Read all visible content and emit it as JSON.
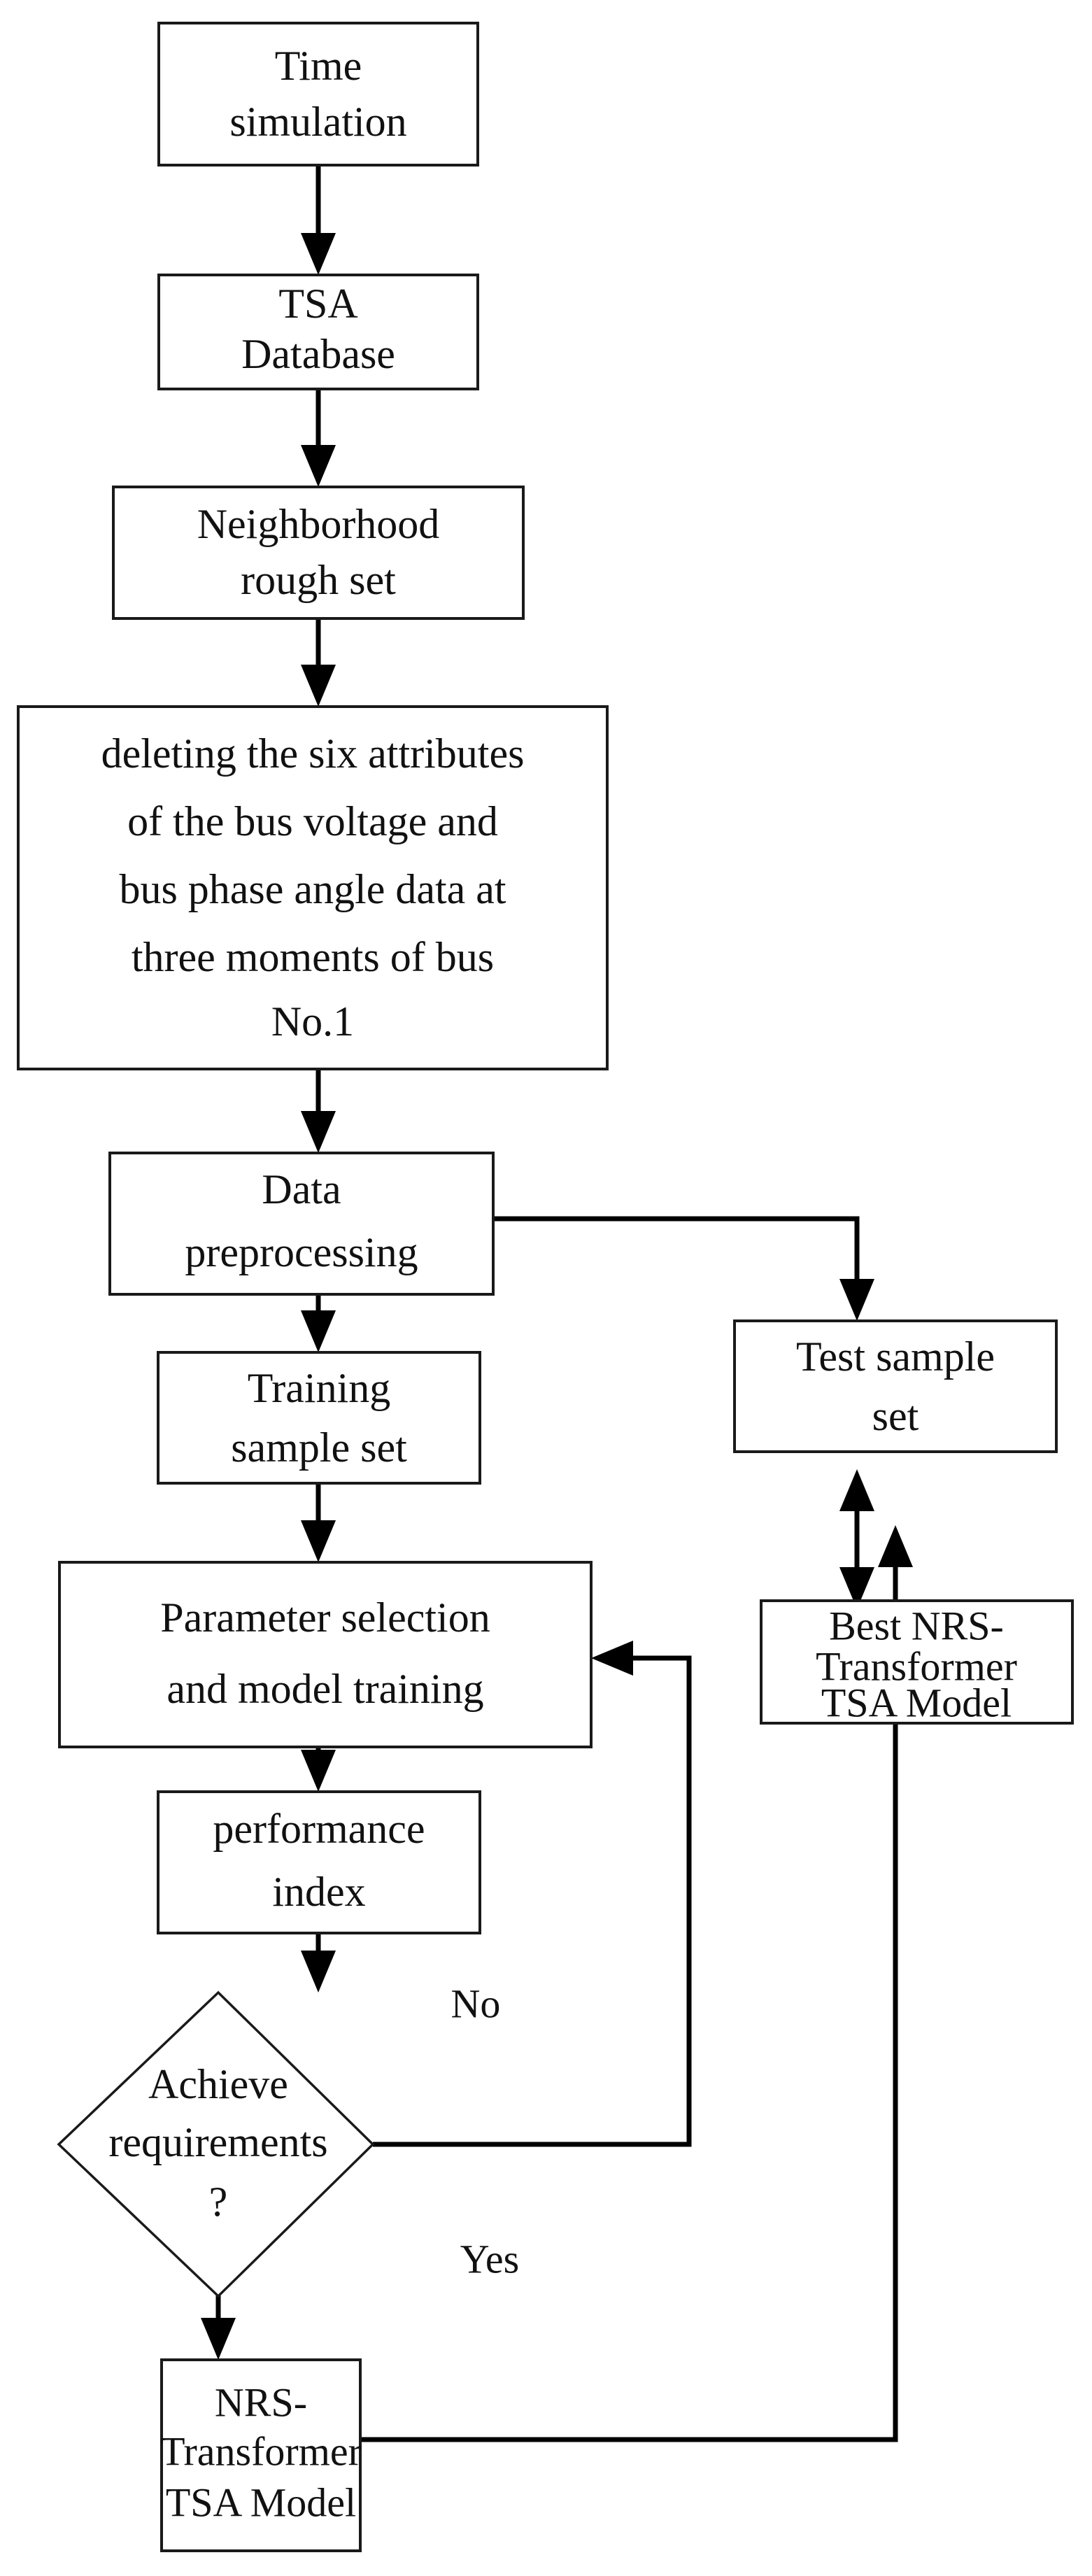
{
  "diagram": {
    "title": "NRS-Transformer TSA modelling flowchart",
    "type": "flowchart",
    "background_color": "#ffffff",
    "line_color": "#000000",
    "box_fill": "#ffffff",
    "box_stroke": "#1a1a1a",
    "text_color": "#111111"
  },
  "nodes": {
    "time_simulation": {
      "shape": "rect",
      "lines": [
        "Time",
        "simulation"
      ]
    },
    "tsa_database": {
      "shape": "rect",
      "lines": [
        "TSA",
        "Database"
      ]
    },
    "neighborhood_rough_set": {
      "shape": "rect",
      "lines": [
        "Neighborhood",
        "rough set"
      ]
    },
    "deleting_attributes": {
      "shape": "rect",
      "lines": [
        "deleting the six attributes",
        "of the bus voltage and",
        "bus phase angle data at",
        "three moments of bus",
        "No.1"
      ]
    },
    "data_preprocessing": {
      "shape": "rect",
      "lines": [
        "Data",
        "preprocessing"
      ]
    },
    "training_sample_set": {
      "shape": "rect",
      "lines": [
        "Training",
        "sample set"
      ]
    },
    "test_sample_set": {
      "shape": "rect",
      "lines": [
        "Test sample",
        "set"
      ]
    },
    "parameter_selection": {
      "shape": "rect",
      "lines": [
        "Parameter selection",
        "and model training"
      ]
    },
    "best_nrs_model": {
      "shape": "rect",
      "lines": [
        "Best NRS-",
        "Transformer",
        "TSA Model"
      ]
    },
    "performance_index": {
      "shape": "rect",
      "lines": [
        "performance",
        "index"
      ]
    },
    "achieve_requirements": {
      "shape": "diamond",
      "lines": [
        "Achieve",
        "requirements",
        "?"
      ]
    },
    "nrs_tsa_model": {
      "shape": "rect",
      "lines": [
        "NRS-",
        "Transformer",
        "TSA Model"
      ]
    }
  },
  "edge_labels": {
    "no": "No",
    "yes": "Yes"
  },
  "edges": [
    {
      "from": "time_simulation",
      "to": "tsa_database",
      "kind": "arrow-down"
    },
    {
      "from": "tsa_database",
      "to": "neighborhood_rough_set",
      "kind": "arrow-down"
    },
    {
      "from": "neighborhood_rough_set",
      "to": "deleting_attributes",
      "kind": "arrow-down"
    },
    {
      "from": "deleting_attributes",
      "to": "data_preprocessing",
      "kind": "arrow-down"
    },
    {
      "from": "data_preprocessing",
      "to": "training_sample_set",
      "kind": "arrow-down"
    },
    {
      "from": "data_preprocessing",
      "to": "test_sample_set",
      "kind": "elbow-right-down"
    },
    {
      "from": "training_sample_set",
      "to": "parameter_selection",
      "kind": "arrow-down"
    },
    {
      "from": "parameter_selection",
      "to": "performance_index",
      "kind": "arrow-down"
    },
    {
      "from": "performance_index",
      "to": "achieve_requirements",
      "kind": "arrow-down"
    },
    {
      "from": "achieve_requirements",
      "to": "parameter_selection",
      "kind": "elbow-no-loop",
      "label": "No"
    },
    {
      "from": "achieve_requirements",
      "to": "nrs_tsa_model",
      "kind": "arrow-down",
      "label": "Yes"
    },
    {
      "from": "nrs_tsa_model",
      "to": "best_nrs_model",
      "kind": "elbow-right-up"
    },
    {
      "from": "best_nrs_model",
      "to": "test_sample_set",
      "kind": "double-arrow-vertical"
    }
  ]
}
